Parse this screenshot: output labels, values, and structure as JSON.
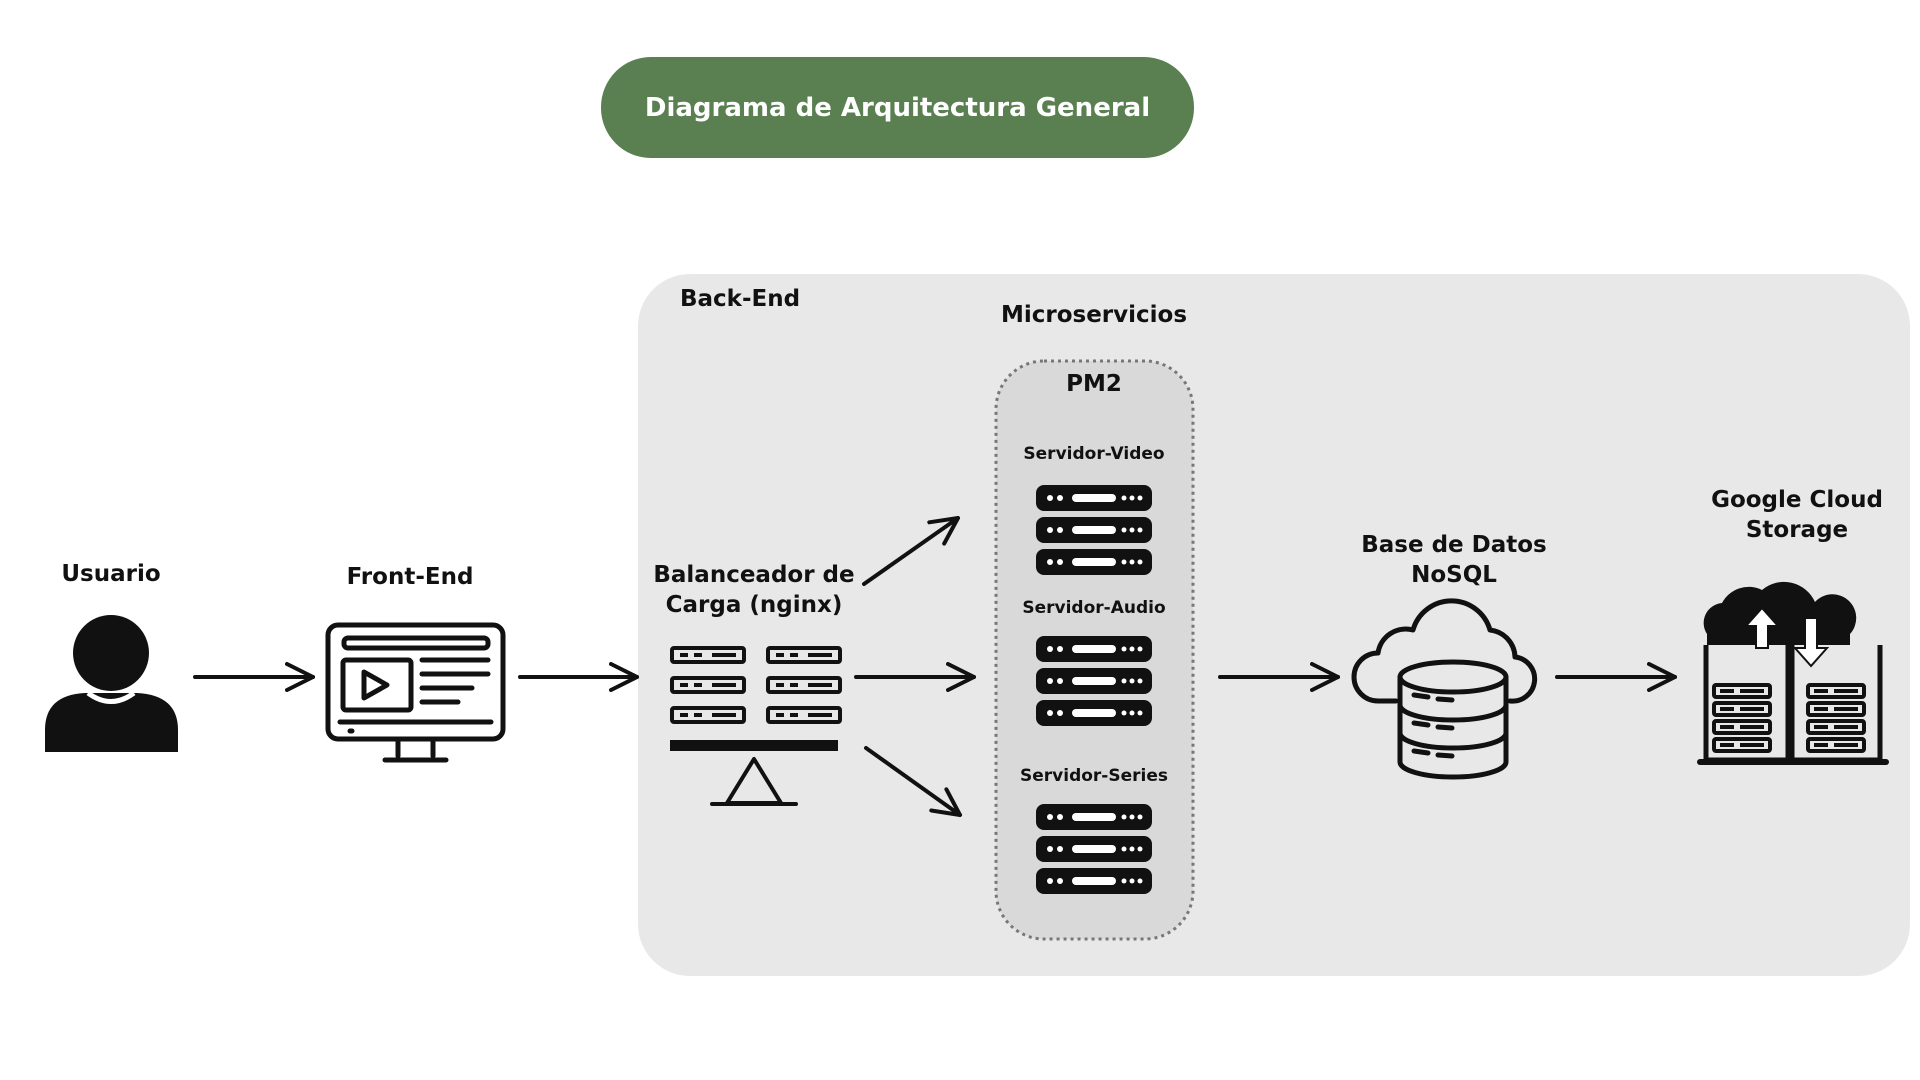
{
  "title": "Diagrama de Arquitectura General",
  "colors": {
    "title_fill": "#5a7f50",
    "title_text": "#ffffff",
    "backend_fill": "#e8e8e8",
    "pm2_fill": "#d9d9d9",
    "pm2_border": "#777777",
    "icon": "#111111"
  },
  "nodes": {
    "usuario": {
      "label": "Usuario",
      "icon": "user-icon"
    },
    "frontend": {
      "label": "Front-End",
      "icon": "monitor-video-icon"
    },
    "balancer": {
      "label_line1": "Balanceador de",
      "label_line2": "Carga (nginx)",
      "icon": "load-balancer-icon"
    },
    "database": {
      "label_line1": "Base de Datos",
      "label_line2": "NoSQL",
      "icon": "cloud-database-icon"
    },
    "storage": {
      "label_line1": "Google Cloud",
      "label_line2": "Storage",
      "icon": "cloud-storage-icon"
    }
  },
  "backend": {
    "label": "Back-End",
    "microservices_label": "Microservicios",
    "pm2_label": "PM2",
    "servers": [
      {
        "label": "Servidor-Video",
        "icon": "server-rack-icon"
      },
      {
        "label": "Servidor-Audio",
        "icon": "server-rack-icon"
      },
      {
        "label": "Servidor-Series",
        "icon": "server-rack-icon"
      }
    ]
  },
  "edges": [
    {
      "from": "Usuario",
      "to": "Front-End"
    },
    {
      "from": "Front-End",
      "to": "Balanceador de Carga (nginx)"
    },
    {
      "from": "Balanceador de Carga (nginx)",
      "to": "Servidor-Video"
    },
    {
      "from": "Balanceador de Carga (nginx)",
      "to": "Servidor-Audio"
    },
    {
      "from": "Balanceador de Carga (nginx)",
      "to": "Servidor-Series"
    },
    {
      "from": "PM2",
      "to": "Base de Datos NoSQL"
    },
    {
      "from": "Base de Datos NoSQL",
      "to": "Google Cloud Storage"
    }
  ]
}
